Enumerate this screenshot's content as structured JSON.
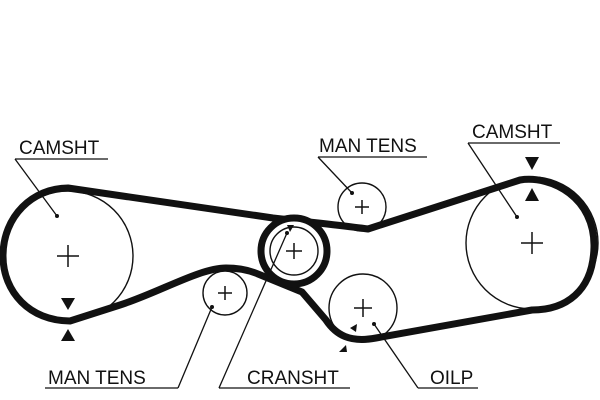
{
  "labels": {
    "camsht_left": "CAMSHT",
    "camsht_right": "CAMSHT",
    "man_tens_top": "MAN TENS",
    "man_tens_bottom": "MAN TENS",
    "cransht": "CRANSHT",
    "oilp": "OILP"
  },
  "colors": {
    "line": "#111111",
    "background": "#ffffff"
  }
}
